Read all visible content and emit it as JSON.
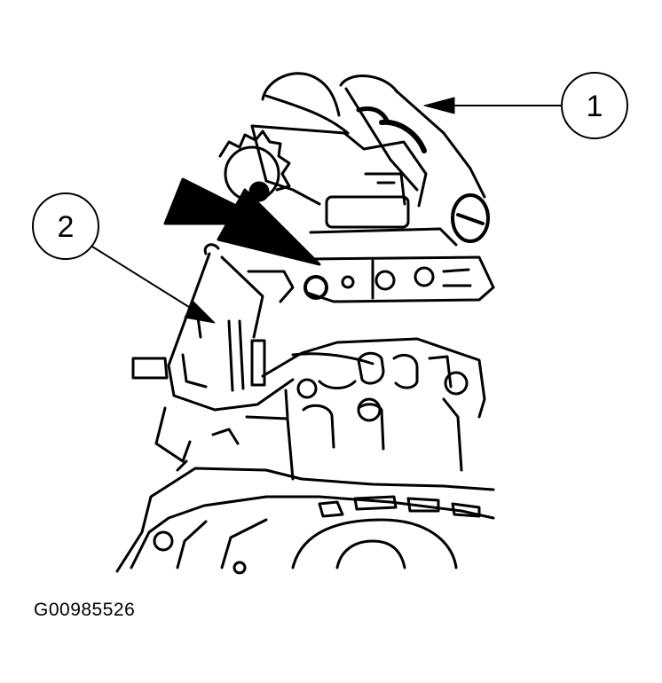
{
  "diagram": {
    "callouts": [
      {
        "id": "1",
        "label": "1"
      },
      {
        "id": "2",
        "label": "2"
      }
    ],
    "figure_code": "G00985526",
    "line_color": "#000000",
    "background_color": "#ffffff"
  }
}
